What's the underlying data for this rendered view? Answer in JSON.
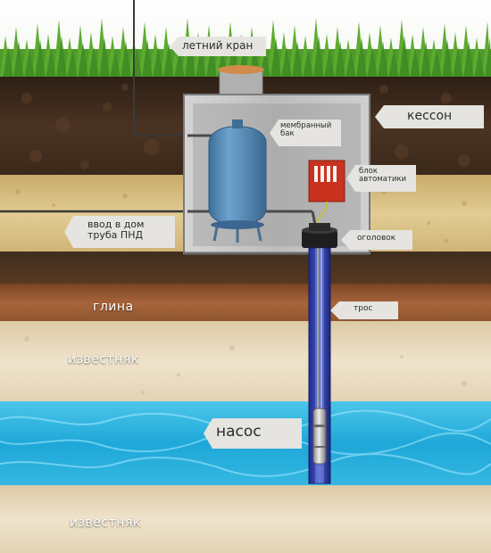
{
  "callouts": {
    "summer_tap": "летний кран",
    "caisson": "кессон",
    "membrane_tank_line1": "мембранный",
    "membrane_tank_line2": "бак",
    "automation_unit_line1": "блок",
    "automation_unit_line2": "автоматики",
    "house_inlet_line1": "ввод в дом",
    "house_inlet_line2": "труба ПНД",
    "wellhead": "оголовок",
    "cable": "трос",
    "pump": "насос"
  },
  "layers": {
    "clay": "глина",
    "limestone_upper": "известняк",
    "limestone_lower": "известняк"
  },
  "colors": {
    "grass": "#4f9a2a",
    "topsoil": "#3e2a1c",
    "sand": "#d9c38a",
    "clay": "#9a5a2e",
    "limestone": "#e8dcc4",
    "water": "#2ab4e0",
    "tank": "#4f86b4",
    "automation_box": "#c8321e",
    "caisson": "#c8c8c8",
    "callout_bg": "#e5e4e0"
  }
}
